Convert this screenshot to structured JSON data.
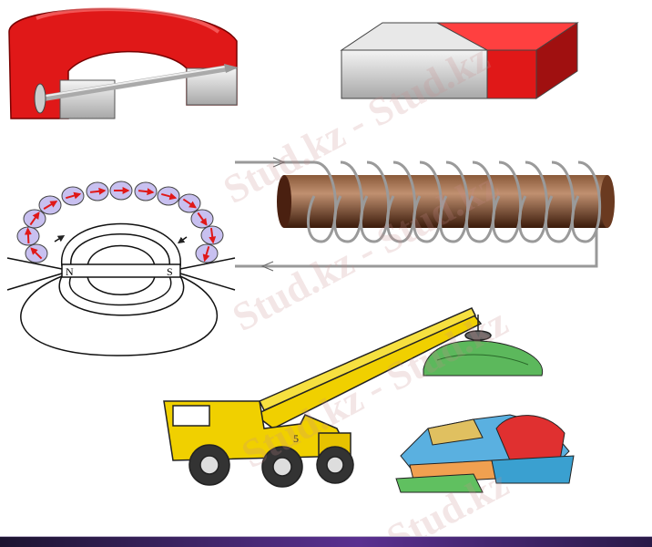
{
  "watermark": {
    "text_1": "Stud.kz - Stud.kz",
    "text_2": "Stud.kz - Stud.kz",
    "text_3": "Stud.kz - Stud.kz",
    "text_4": "Stud.kz",
    "color": "#c88c8c"
  },
  "field_diagram": {
    "north_label": "N",
    "south_label": "S"
  },
  "crane": {
    "cab_number": "5"
  },
  "colors": {
    "magnet_red": "#e01818",
    "magnet_silver": "#d8d8d8",
    "rod_brown": "#5a2e1a",
    "compass_fill": "#c8c0f0",
    "bottom_bar": "#4a2a78"
  }
}
